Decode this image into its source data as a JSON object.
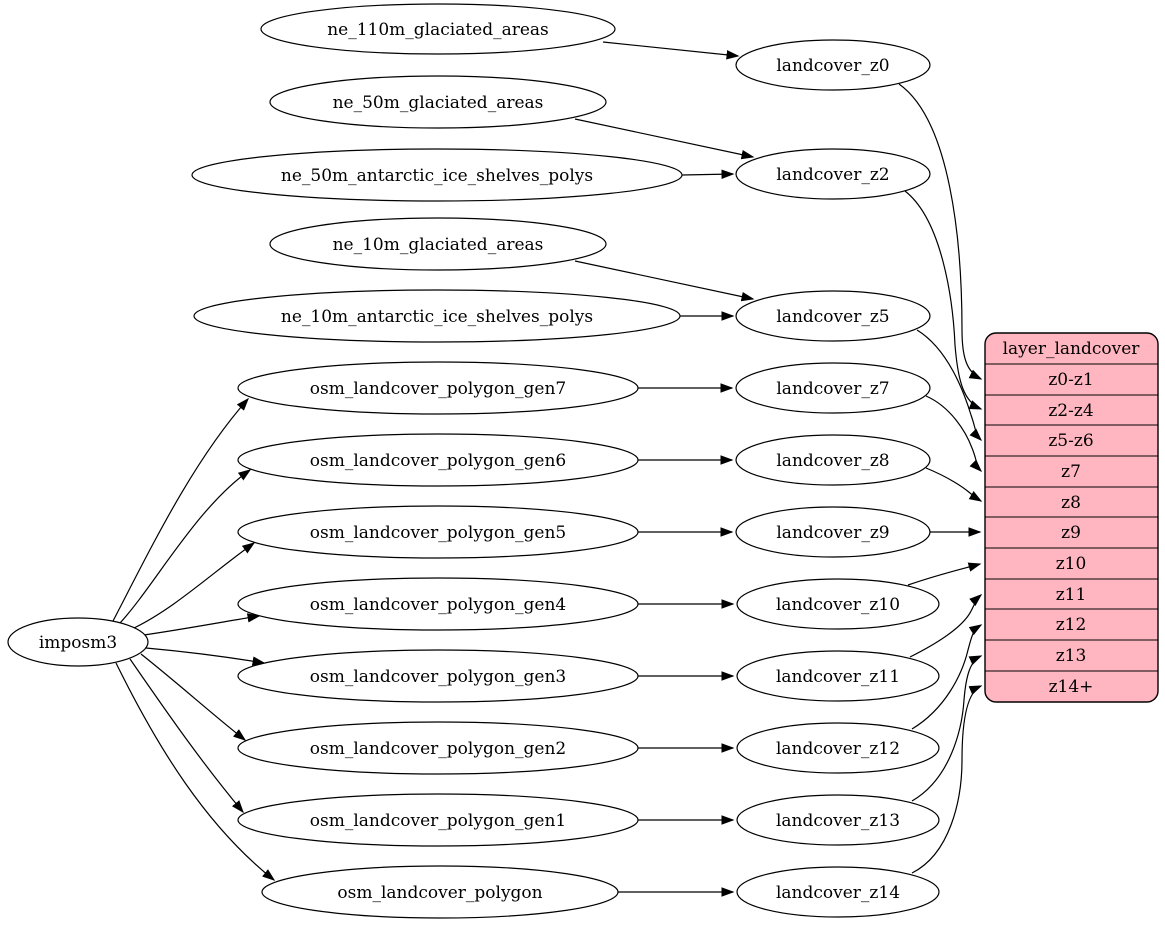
{
  "colors": {
    "background": "#ffffff",
    "node_fill": "#ffffff",
    "node_stroke": "#000000",
    "edge_color": "#000000",
    "table_fill": "#ffb6c1",
    "text_color": "#000000"
  },
  "nodes": {
    "imposm3": {
      "label": "imposm3"
    },
    "ne_110m_glaciated_areas": {
      "label": "ne_110m_glaciated_areas"
    },
    "ne_50m_glaciated_areas": {
      "label": "ne_50m_glaciated_areas"
    },
    "ne_50m_antarctic_ice_shelves_polys": {
      "label": "ne_50m_antarctic_ice_shelves_polys"
    },
    "ne_10m_glaciated_areas": {
      "label": "ne_10m_glaciated_areas"
    },
    "ne_10m_antarctic_ice_shelves_polys": {
      "label": "ne_10m_antarctic_ice_shelves_polys"
    },
    "osm_landcover_polygon_gen7": {
      "label": "osm_landcover_polygon_gen7"
    },
    "osm_landcover_polygon_gen6": {
      "label": "osm_landcover_polygon_gen6"
    },
    "osm_landcover_polygon_gen5": {
      "label": "osm_landcover_polygon_gen5"
    },
    "osm_landcover_polygon_gen4": {
      "label": "osm_landcover_polygon_gen4"
    },
    "osm_landcover_polygon_gen3": {
      "label": "osm_landcover_polygon_gen3"
    },
    "osm_landcover_polygon_gen2": {
      "label": "osm_landcover_polygon_gen2"
    },
    "osm_landcover_polygon_gen1": {
      "label": "osm_landcover_polygon_gen1"
    },
    "osm_landcover_polygon": {
      "label": "osm_landcover_polygon"
    },
    "landcover_z0": {
      "label": "landcover_z0"
    },
    "landcover_z2": {
      "label": "landcover_z2"
    },
    "landcover_z5": {
      "label": "landcover_z5"
    },
    "landcover_z7": {
      "label": "landcover_z7"
    },
    "landcover_z8": {
      "label": "landcover_z8"
    },
    "landcover_z9": {
      "label": "landcover_z9"
    },
    "landcover_z10": {
      "label": "landcover_z10"
    },
    "landcover_z11": {
      "label": "landcover_z11"
    },
    "landcover_z12": {
      "label": "landcover_z12"
    },
    "landcover_z13": {
      "label": "landcover_z13"
    },
    "landcover_z14": {
      "label": "landcover_z14"
    }
  },
  "table": {
    "title": "layer_landcover",
    "rows": [
      "z0-z1",
      "z2-z4",
      "z5-z6",
      "z7",
      "z8",
      "z9",
      "z10",
      "z11",
      "z12",
      "z13",
      "z14+"
    ]
  },
  "edges": [
    {
      "from": "ne_110m_glaciated_areas",
      "to": "landcover_z0"
    },
    {
      "from": "ne_50m_glaciated_areas",
      "to": "landcover_z2"
    },
    {
      "from": "ne_50m_antarctic_ice_shelves_polys",
      "to": "landcover_z2"
    },
    {
      "from": "ne_10m_glaciated_areas",
      "to": "landcover_z5"
    },
    {
      "from": "ne_10m_antarctic_ice_shelves_polys",
      "to": "landcover_z5"
    },
    {
      "from": "imposm3",
      "to": "osm_landcover_polygon_gen7"
    },
    {
      "from": "imposm3",
      "to": "osm_landcover_polygon_gen6"
    },
    {
      "from": "imposm3",
      "to": "osm_landcover_polygon_gen5"
    },
    {
      "from": "imposm3",
      "to": "osm_landcover_polygon_gen4"
    },
    {
      "from": "imposm3",
      "to": "osm_landcover_polygon_gen3"
    },
    {
      "from": "imposm3",
      "to": "osm_landcover_polygon_gen2"
    },
    {
      "from": "imposm3",
      "to": "osm_landcover_polygon_gen1"
    },
    {
      "from": "imposm3",
      "to": "osm_landcover_polygon"
    },
    {
      "from": "osm_landcover_polygon_gen7",
      "to": "landcover_z7"
    },
    {
      "from": "osm_landcover_polygon_gen6",
      "to": "landcover_z8"
    },
    {
      "from": "osm_landcover_polygon_gen5",
      "to": "landcover_z9"
    },
    {
      "from": "osm_landcover_polygon_gen4",
      "to": "landcover_z10"
    },
    {
      "from": "osm_landcover_polygon_gen3",
      "to": "landcover_z11"
    },
    {
      "from": "osm_landcover_polygon_gen2",
      "to": "landcover_z12"
    },
    {
      "from": "osm_landcover_polygon_gen1",
      "to": "landcover_z13"
    },
    {
      "from": "osm_landcover_polygon",
      "to": "landcover_z14"
    },
    {
      "from": "landcover_z0",
      "to": "layer_landcover:z0-z1"
    },
    {
      "from": "landcover_z2",
      "to": "layer_landcover:z2-z4"
    },
    {
      "from": "landcover_z5",
      "to": "layer_landcover:z5-z6"
    },
    {
      "from": "landcover_z7",
      "to": "layer_landcover:z7"
    },
    {
      "from": "landcover_z8",
      "to": "layer_landcover:z8"
    },
    {
      "from": "landcover_z9",
      "to": "layer_landcover:z9"
    },
    {
      "from": "landcover_z10",
      "to": "layer_landcover:z10"
    },
    {
      "from": "landcover_z11",
      "to": "layer_landcover:z11"
    },
    {
      "from": "landcover_z12",
      "to": "layer_landcover:z12"
    },
    {
      "from": "landcover_z13",
      "to": "layer_landcover:z13"
    },
    {
      "from": "landcover_z14",
      "to": "layer_landcover:z14+"
    }
  ]
}
